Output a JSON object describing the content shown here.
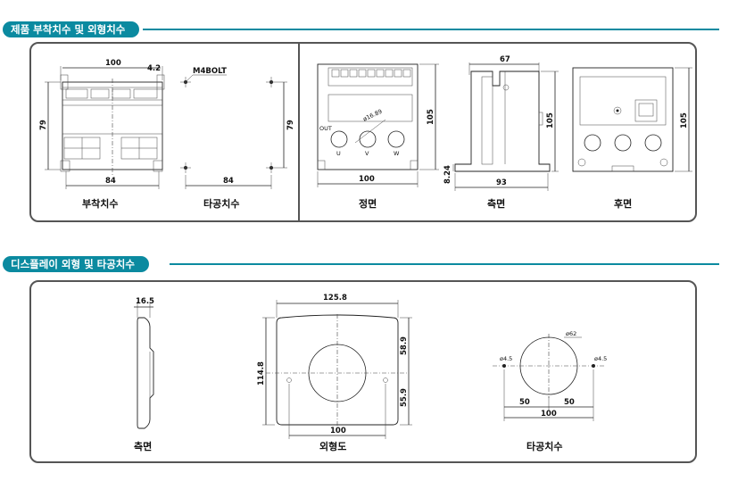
{
  "section1": {
    "title": "제품 부착치수 및 외형치수",
    "captions": {
      "mounting": "부착치수",
      "hole": "타공치수",
      "front": "정면",
      "side": "측면",
      "rear": "후면"
    },
    "dims": {
      "mount_w": "100",
      "mount_small": "4.2",
      "mount_h": "79",
      "mount_bottom": "84",
      "bolt": "M4BOLT",
      "hole_h": "79",
      "hole_w": "84",
      "front_h": "105",
      "front_w": "100",
      "front_dia": "ø16.89",
      "side_top": "67",
      "side_h": "105",
      "side_low": "8.24",
      "side_w": "93",
      "rear_h": "105"
    },
    "labels": {
      "out": "OUT",
      "u": "U",
      "v": "V",
      "w": "W"
    }
  },
  "section2": {
    "title": "디스플레이 외형 및 타공치수",
    "captions": {
      "side": "측면",
      "outline": "외형도",
      "hole": "타공치수"
    },
    "dims": {
      "side_depth": "16.5",
      "outline_w": "125.8",
      "outline_h": "114.8",
      "outline_upper": "58.9",
      "outline_lower": "55.9",
      "outline_bolt": "100",
      "hole_dia": "ø62",
      "hole_small_l": "ø4.5",
      "hole_small_r": "ø4.5",
      "hole_half_l": "50",
      "hole_half_r": "50",
      "hole_total": "100"
    }
  },
  "colors": {
    "accent": "#0b8aa0",
    "border": "#555555"
  }
}
